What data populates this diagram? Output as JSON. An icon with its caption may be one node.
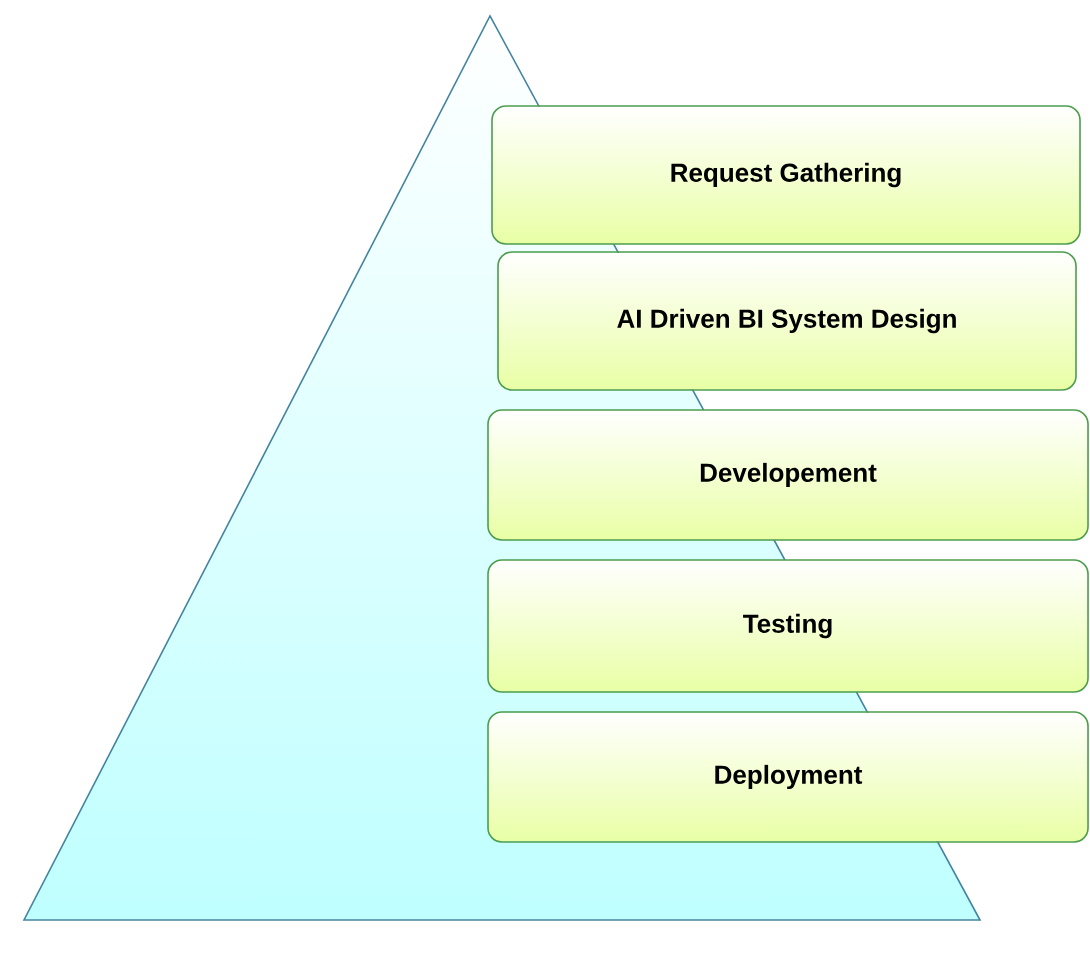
{
  "diagram": {
    "nodes": [
      {
        "text": [
          "Request Gathering"
        ]
      },
      {
        "text": [
          "AI Driven BI System Design"
        ]
      },
      {
        "text": [
          "Developement"
        ]
      },
      {
        "text": [
          "Testing"
        ]
      },
      {
        "text": [
          "Deployment"
        ]
      }
    ]
  }
}
